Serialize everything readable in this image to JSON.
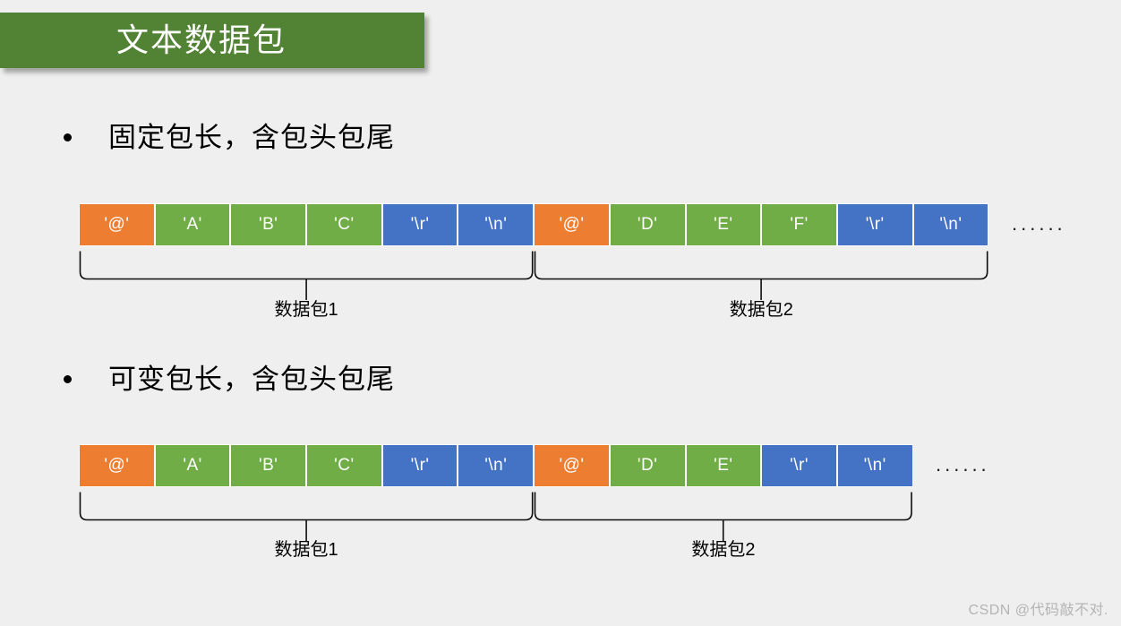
{
  "slide": {
    "background_color": "#efefef",
    "title": "文本数据包",
    "title_banner_color": "#528234",
    "title_text_color": "#ffffff"
  },
  "palette": {
    "header_byte": "#ed7d31",
    "payload_byte": "#70ad47",
    "terminator_byte": "#4472c4",
    "cell_text": "#ffffff"
  },
  "sections": [
    {
      "bullet": "固定包长，含包头包尾",
      "ellipsis": "......",
      "cells": [
        {
          "text": "'@'",
          "role": "head"
        },
        {
          "text": "'A'",
          "role": "data"
        },
        {
          "text": "'B'",
          "role": "data"
        },
        {
          "text": "'C'",
          "role": "data"
        },
        {
          "text": "'\\r'",
          "role": "tail"
        },
        {
          "text": "'\\n'",
          "role": "tail"
        },
        {
          "text": "'@'",
          "role": "head"
        },
        {
          "text": "'D'",
          "role": "data"
        },
        {
          "text": "'E'",
          "role": "data"
        },
        {
          "text": "'F'",
          "role": "data"
        },
        {
          "text": "'\\r'",
          "role": "tail"
        },
        {
          "text": "'\\n'",
          "role": "tail"
        }
      ],
      "groups": [
        {
          "label": "数据包1",
          "cell_count": 6
        },
        {
          "label": "数据包2",
          "cell_count": 6
        }
      ]
    },
    {
      "bullet": "可变包长，含包头包尾",
      "ellipsis": "......",
      "cells": [
        {
          "text": "'@'",
          "role": "head"
        },
        {
          "text": "'A'",
          "role": "data"
        },
        {
          "text": "'B'",
          "role": "data"
        },
        {
          "text": "'C'",
          "role": "data"
        },
        {
          "text": "'\\r'",
          "role": "tail"
        },
        {
          "text": "'\\n'",
          "role": "tail"
        },
        {
          "text": "'@'",
          "role": "head"
        },
        {
          "text": "'D'",
          "role": "data"
        },
        {
          "text": "'E'",
          "role": "data"
        },
        {
          "text": "'\\r'",
          "role": "tail"
        },
        {
          "text": "'\\n'",
          "role": "tail"
        }
      ],
      "groups": [
        {
          "label": "数据包1",
          "cell_count": 6
        },
        {
          "label": "数据包2",
          "cell_count": 5
        }
      ]
    }
  ],
  "watermark": "CSDN @代码敲不对."
}
